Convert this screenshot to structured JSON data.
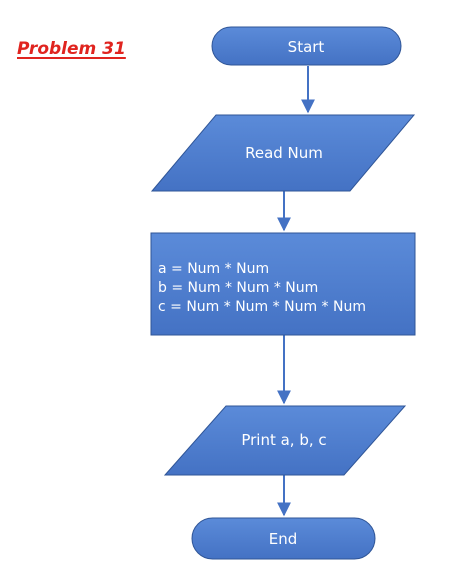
{
  "title": "Problem 31",
  "flowchart": {
    "start": {
      "label": "Start"
    },
    "input": {
      "label": "Read Num"
    },
    "process": {
      "lines": [
        "a = Num * Num",
        "b = Num * Num * Num",
        "c = Num * Num * Num * Num"
      ]
    },
    "output": {
      "label": "Print a, b, c"
    },
    "end": {
      "label": "End"
    }
  },
  "colors": {
    "shape_fill": "#4472c4",
    "shape_fill_light": "#5b8bd9",
    "shape_stroke": "#2f5597",
    "arrow": "#4472c4",
    "title": "#e0241f",
    "text": "#ffffff"
  }
}
